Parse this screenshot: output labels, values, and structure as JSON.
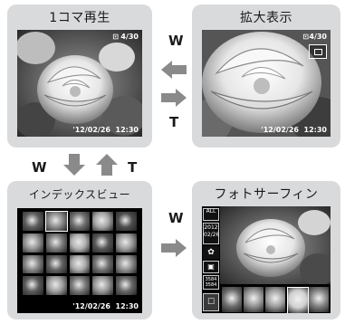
{
  "panels": {
    "single": {
      "title": "1コマ再生",
      "frame_counter": "4/30",
      "timestamp": "'12/02/26  12:30"
    },
    "zoom": {
      "title": "拡大表示",
      "frame_counter": "4/30",
      "timestamp": "'12/02/26  12:30"
    },
    "index": {
      "title": "インデックスビュー",
      "timestamp": "'12/02/26  12:30"
    },
    "photosurfing": {
      "title": "フォトサーフィン",
      "sidebar": {
        "all": "ALL",
        "date_year": "2012",
        "date_md": "02/26",
        "size1": "3584",
        "size2": "3584"
      }
    }
  },
  "levers": {
    "single_to_zoom": "W",
    "zoom_to_single": "T",
    "down_label": "W",
    "up_label": "T",
    "index_to_photosurfing": "W"
  },
  "colors": {
    "panel_bg": "#d9dadc",
    "arrow_gray": "#8a8a8a",
    "screen_bg": "#000000"
  },
  "icons": [
    "arrow-left-icon",
    "arrow-right-icon",
    "arrow-down-icon",
    "arrow-up-icon",
    "protect-icon",
    "zoom-position-icon"
  ]
}
